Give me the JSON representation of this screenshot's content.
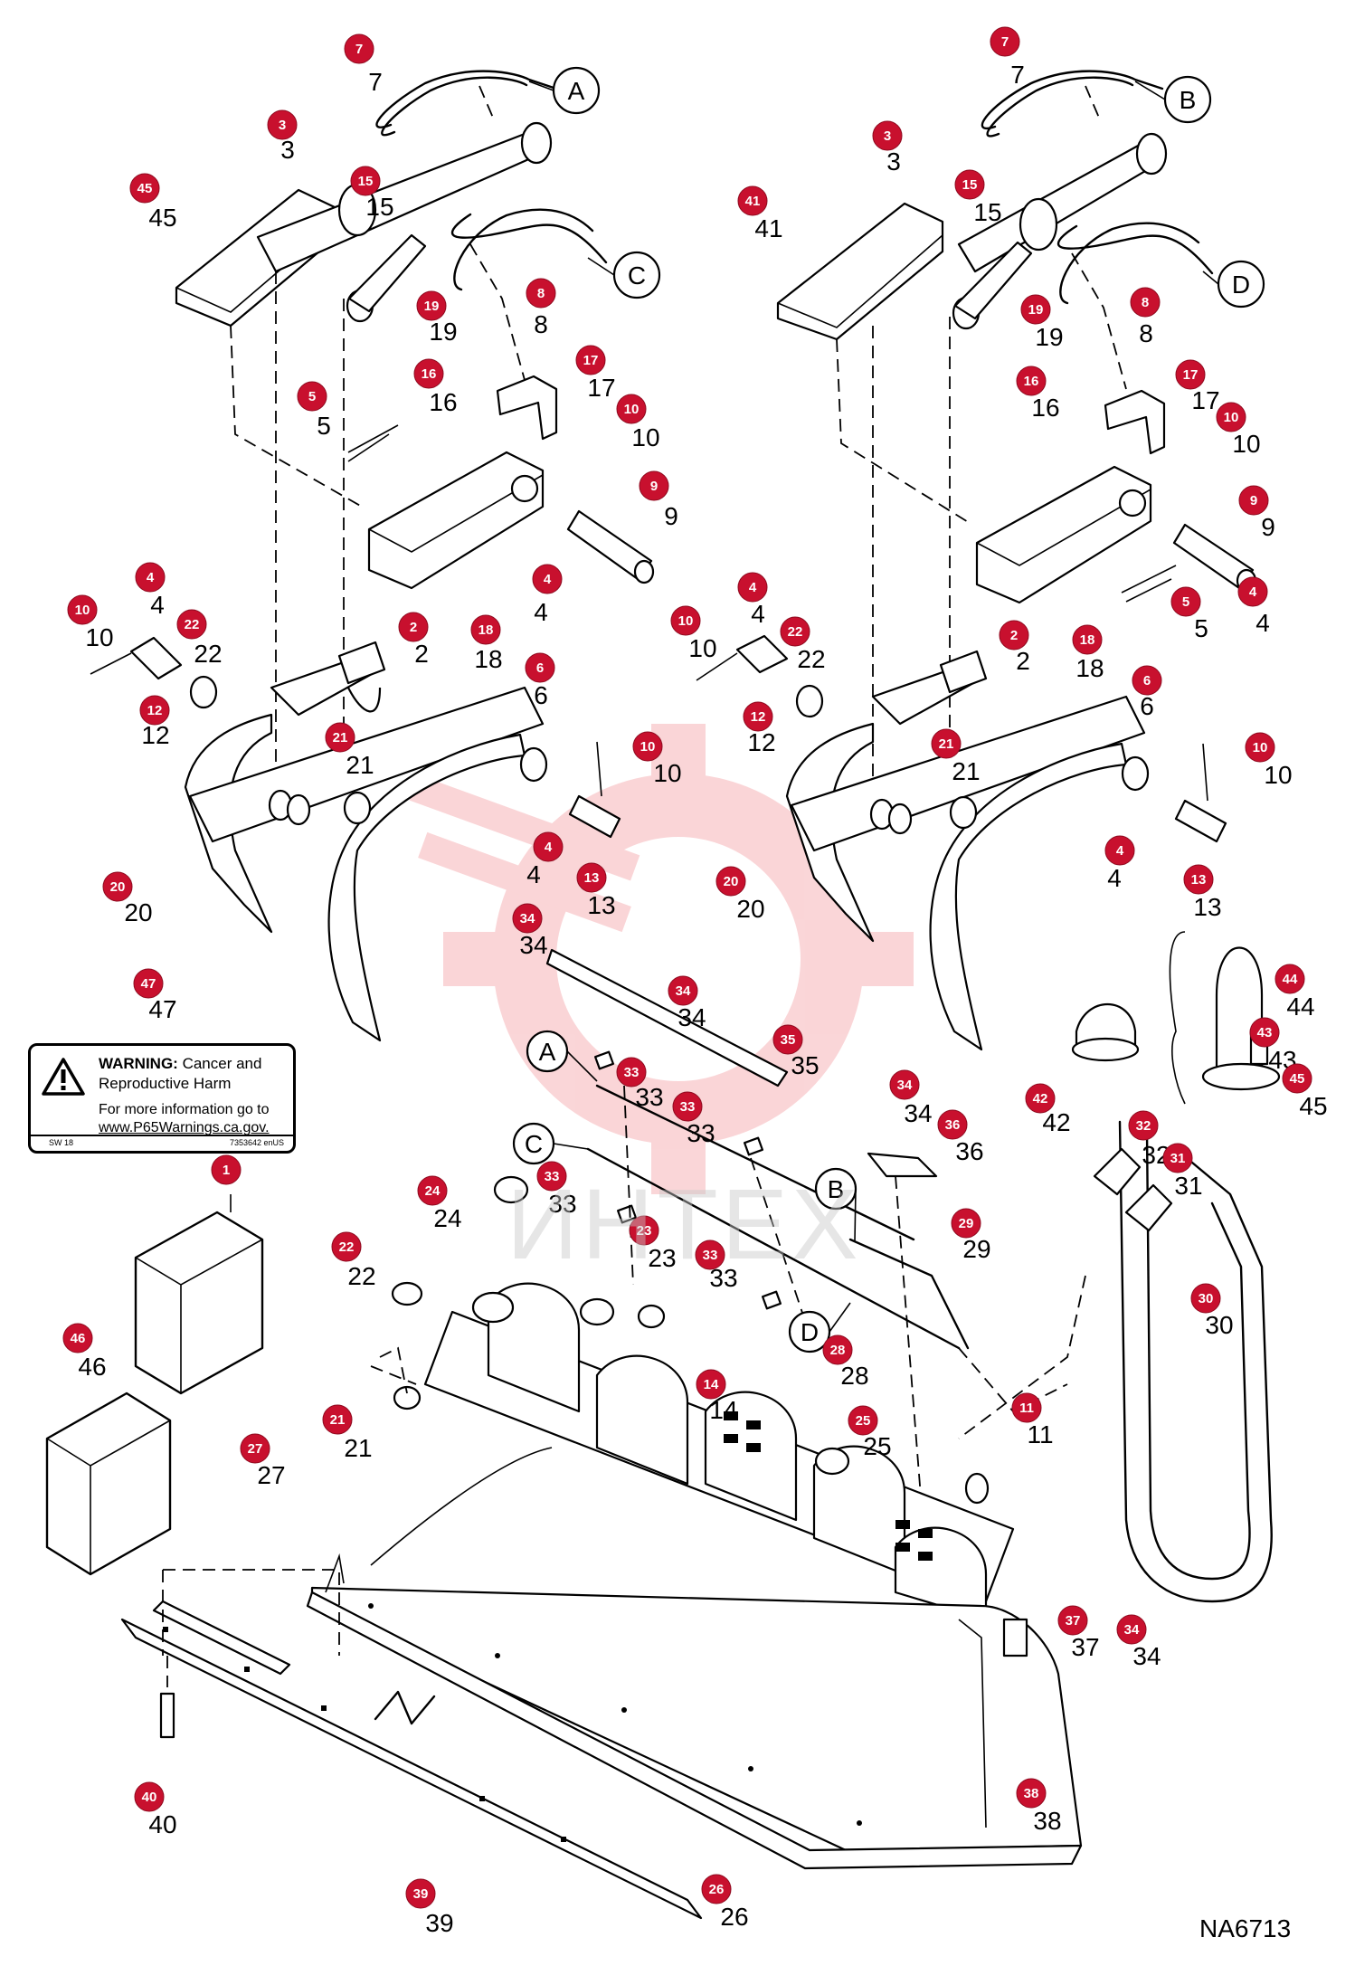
{
  "drawing": {
    "id": "NA6713",
    "watermark": "ИНТЕХ"
  },
  "warning_label": {
    "title_bold": "WARNING:",
    "title_rest": "Cancer and",
    "subtitle": "Reproductive Harm",
    "info": "For more information go to",
    "url": "www.P65Warnings.ca.gov.",
    "code_left": "SW 18",
    "code_right": "7353642 enUS"
  },
  "connector_letters": [
    "A",
    "B",
    "C",
    "D"
  ],
  "callout_color": "#c8102e",
  "callouts": [
    {
      "tag": "7",
      "num": "7"
    },
    {
      "tag": "7",
      "num": "7"
    },
    {
      "tag": "3",
      "num": "3"
    },
    {
      "tag": "3",
      "num": "3"
    },
    {
      "tag": "45",
      "num": "45"
    },
    {
      "tag": "41",
      "num": "41"
    },
    {
      "tag": "15",
      "num": "15"
    },
    {
      "tag": "15",
      "num": "15"
    },
    {
      "tag": "8",
      "num": "8"
    },
    {
      "tag": "8",
      "num": "8"
    },
    {
      "tag": "19",
      "num": "19"
    },
    {
      "tag": "19",
      "num": "19"
    },
    {
      "tag": "17",
      "num": "17"
    },
    {
      "tag": "17",
      "num": "17"
    },
    {
      "tag": "16",
      "num": "16"
    },
    {
      "tag": "16",
      "num": "16"
    },
    {
      "tag": "5",
      "num": "5"
    },
    {
      "tag": "5",
      "num": "5"
    },
    {
      "tag": "10",
      "num": "10"
    },
    {
      "tag": "10",
      "num": "10"
    },
    {
      "tag": "9",
      "num": "9"
    },
    {
      "tag": "9",
      "num": "9"
    },
    {
      "tag": "4",
      "num": "4"
    },
    {
      "tag": "4",
      "num": "4"
    },
    {
      "tag": "2",
      "num": "2"
    },
    {
      "tag": "2",
      "num": "2"
    },
    {
      "tag": "18",
      "num": "18"
    },
    {
      "tag": "18",
      "num": "18"
    },
    {
      "tag": "4",
      "num": "4"
    },
    {
      "tag": "4",
      "num": "4"
    },
    {
      "tag": "10",
      "num": "10"
    },
    {
      "tag": "10",
      "num": "10"
    },
    {
      "tag": "22",
      "num": "22"
    },
    {
      "tag": "22",
      "num": "22"
    },
    {
      "tag": "12",
      "num": "12"
    },
    {
      "tag": "12",
      "num": "12"
    },
    {
      "tag": "6",
      "num": "6"
    },
    {
      "tag": "6",
      "num": "6"
    },
    {
      "tag": "21",
      "num": "21"
    },
    {
      "tag": "21",
      "num": "21"
    },
    {
      "tag": "10",
      "num": "10"
    },
    {
      "tag": "10",
      "num": "10"
    },
    {
      "tag": "4",
      "num": "4"
    },
    {
      "tag": "4",
      "num": "4"
    },
    {
      "tag": "13",
      "num": "13"
    },
    {
      "tag": "13",
      "num": "13"
    },
    {
      "tag": "20",
      "num": "20"
    },
    {
      "tag": "20",
      "num": "20"
    },
    {
      "tag": "34",
      "num": "34"
    },
    {
      "tag": "34",
      "num": "34"
    },
    {
      "tag": "35",
      "num": "35"
    },
    {
      "tag": "47",
      "num": "47"
    },
    {
      "tag": "44",
      "num": "44"
    },
    {
      "tag": "43",
      "num": "43"
    },
    {
      "tag": "45",
      "num": "45"
    },
    {
      "tag": "42",
      "num": "42"
    },
    {
      "tag": "33",
      "num": "33"
    },
    {
      "tag": "33",
      "num": "33"
    },
    {
      "tag": "33",
      "num": "33"
    },
    {
      "tag": "33",
      "num": "33"
    },
    {
      "tag": "34",
      "num": "34"
    },
    {
      "tag": "36",
      "num": "36"
    },
    {
      "tag": "32",
      "num": "32"
    },
    {
      "tag": "31",
      "num": "31"
    },
    {
      "tag": "1",
      "num": ""
    },
    {
      "tag": "24",
      "num": "24"
    },
    {
      "tag": "23",
      "num": "23"
    },
    {
      "tag": "29",
      "num": "29"
    },
    {
      "tag": "22",
      "num": "22"
    },
    {
      "tag": "46",
      "num": "46"
    },
    {
      "tag": "30",
      "num": "30"
    },
    {
      "tag": "28",
      "num": "28"
    },
    {
      "tag": "14",
      "num": "14"
    },
    {
      "tag": "21",
      "num": "21"
    },
    {
      "tag": "11",
      "num": "11"
    },
    {
      "tag": "25",
      "num": "25"
    },
    {
      "tag": "27",
      "num": "27"
    },
    {
      "tag": "37",
      "num": "37"
    },
    {
      "tag": "34",
      "num": "34"
    },
    {
      "tag": "40",
      "num": "40"
    },
    {
      "tag": "38",
      "num": "38"
    },
    {
      "tag": "39",
      "num": "39"
    },
    {
      "tag": "26",
      "num": "26"
    }
  ]
}
